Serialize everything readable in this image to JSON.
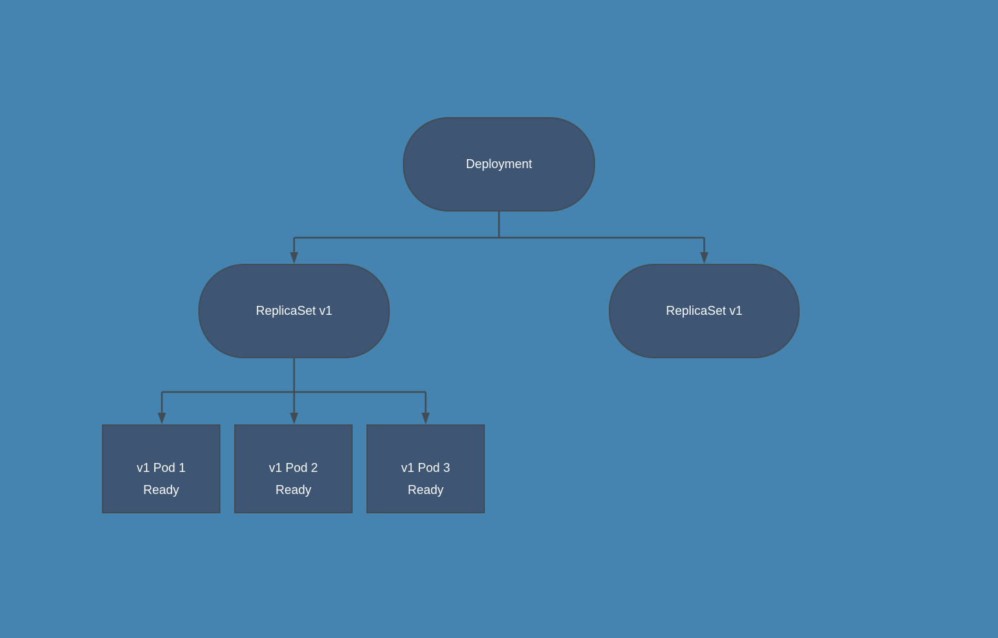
{
  "colors": {
    "background": "#4584b1",
    "node_fill": "#3e5674",
    "node_border": "#414c55",
    "connector": "#414c55",
    "text": "#f5f7f8"
  },
  "nodes": {
    "deployment": {
      "label": "Deployment"
    },
    "replicaset_left": {
      "label": "ReplicaSet v1"
    },
    "replicaset_right": {
      "label": "ReplicaSet v1"
    },
    "pod1": {
      "label": "v1 Pod 1",
      "status": "Ready"
    },
    "pod2": {
      "label": "v1 Pod 2",
      "status": "Ready"
    },
    "pod3": {
      "label": "v1 Pod 3",
      "status": "Ready"
    }
  }
}
